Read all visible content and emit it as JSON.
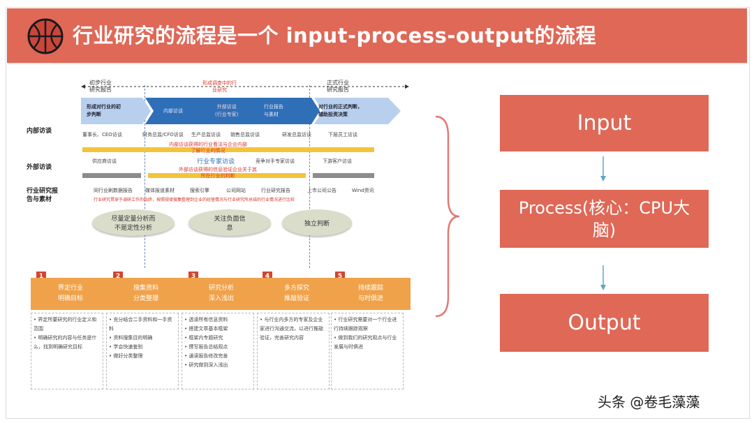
{
  "header": {
    "title": "行业研究的流程是一个 input-process-output的流程"
  },
  "figure": {
    "top_left_label": "初步行业\n研究报告",
    "top_mid_label": "形成调查中的行\n业研究",
    "top_right_label": "正式行业\n研究报告",
    "chevrons": [
      "形成对行业的初\n步判断",
      "内部访谈",
      "外部访谈\n(行业专家)",
      "行业报告\n与素材",
      "对行业的正式判断，\n辅助投资决策"
    ],
    "row_labels": [
      "内部访谈",
      "外部访谈",
      "行业研究报\n告与素材"
    ],
    "row1_items": [
      "董事长、CEO访谈",
      "财务总监/CFO访谈",
      "生产总监访谈",
      "销售总监访谈",
      "研发总监访谈",
      "下层员工访谈"
    ],
    "row1_note": "内部访谈获得的行业看法与企业内部\n了解行业的情况",
    "row2_items": [
      "供应商访谈",
      "行业专家访谈",
      "竞争对手专家访谈",
      "下游客户访谈"
    ],
    "row2_note": "外部访谈获得的信息验证企业关于其\n所在行业的判断",
    "row3_items": [
      "同行业刷数据报告",
      "媒体报道素材",
      "搜索引擎",
      "公司网站",
      "行业研究报告",
      "上市公司公告",
      "Wind资讯"
    ],
    "row3_note": "行业研究贯穿于调研工作的始终，按照规律搜集整理到企业的经营情况与行业研究所总结的行业情况进行比较",
    "ellipses": [
      "尽量定量分析而\n不是定性分析",
      "关注负面信\n息",
      "独立判断"
    ],
    "steps": [
      {
        "num": "1",
        "title": "界定行业\n明确目标",
        "desc": "• 界定所要研究的行业定义和范围\n• 明确研究的内容与任务是什么，找到明确研究目标"
      },
      {
        "num": "2",
        "title": "搜集资料\n分类整理",
        "desc": "• 充分结合二手资料和一手资料\n• 资料搜集目的明确\n• 学会快速鉴别\n• 做好分类整理"
      },
      {
        "num": "3",
        "title": "研究分析\n深入浅出",
        "desc": "• 透读所有信息资料\n• 搭建文章基本框架\n• 框架内专题研究\n• 撰写报告总结观点\n• 通读报告修改完善\n• 研究做到深入浅出"
      },
      {
        "num": "4",
        "title": "多方探究\n推敲验证",
        "desc": "• 与行业内多方的专家及企业家进行沟通交流，以进行推敲验证，完善研究内容"
      },
      {
        "num": "5",
        "title": "持续跟踪\n与时俱进",
        "desc": "• 行业研究需要对一个行业进行持续跟踪观察\n• 做到我们的研究观点与行业发展与时俱进"
      }
    ]
  },
  "process": {
    "input": "Input",
    "process": "Process(核心：CPU大脑)",
    "output": "Output"
  },
  "watermark": "头条 @卷毛藻藻",
  "colors": {
    "header": "#df6857",
    "box": "#df6857",
    "arrow": "#5aa7c9",
    "step": "#f0a24a",
    "chevron": "#7fa6d6"
  }
}
